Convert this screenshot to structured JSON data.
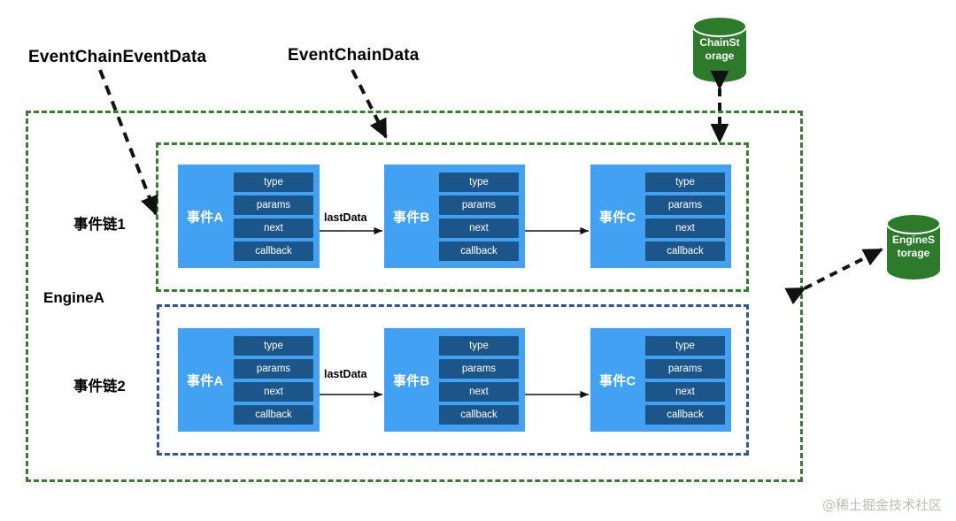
{
  "diagram": {
    "title_labels": {
      "event_chain_event_data": "EventChainEventData",
      "event_chain_data": "EventChainData",
      "engine": "EngineA"
    },
    "chains": [
      {
        "id": "chain1",
        "label": "事件链1",
        "border_color": "#3a7d32",
        "events": [
          {
            "name": "事件A",
            "fields": [
              "type",
              "params",
              "next",
              "callback"
            ]
          },
          {
            "name": "事件B",
            "fields": [
              "type",
              "params",
              "next",
              "callback"
            ]
          },
          {
            "name": "事件C",
            "fields": [
              "type",
              "params",
              "next",
              "callback"
            ]
          }
        ],
        "link_labels": [
          "lastData",
          ""
        ]
      },
      {
        "id": "chain2",
        "label": "事件链2",
        "border_color": "#2f5597",
        "events": [
          {
            "name": "事件A",
            "fields": [
              "type",
              "params",
              "next",
              "callback"
            ]
          },
          {
            "name": "事件B",
            "fields": [
              "type",
              "params",
              "next",
              "callback"
            ]
          },
          {
            "name": "事件C",
            "fields": [
              "type",
              "params",
              "next",
              "callback"
            ]
          }
        ],
        "link_labels": [
          "lastData",
          ""
        ]
      }
    ],
    "storages": [
      {
        "id": "chain-storage",
        "line1": "ChainSt",
        "line2": "orage",
        "color": "#2d7a2b"
      },
      {
        "id": "engine-storage",
        "line1": "EngineS",
        "line2": "torage",
        "color": "#2d7a2b"
      }
    ],
    "colors": {
      "event_fill": "#42a1f2",
      "field_fill": "#1c5589",
      "engine_border": "#3a7d32",
      "chain1_border": "#3a7d32",
      "chain2_border": "#2f5597",
      "storage_fill": "#2d7a2b"
    },
    "watermark": "@稀土掘金技术社区"
  }
}
